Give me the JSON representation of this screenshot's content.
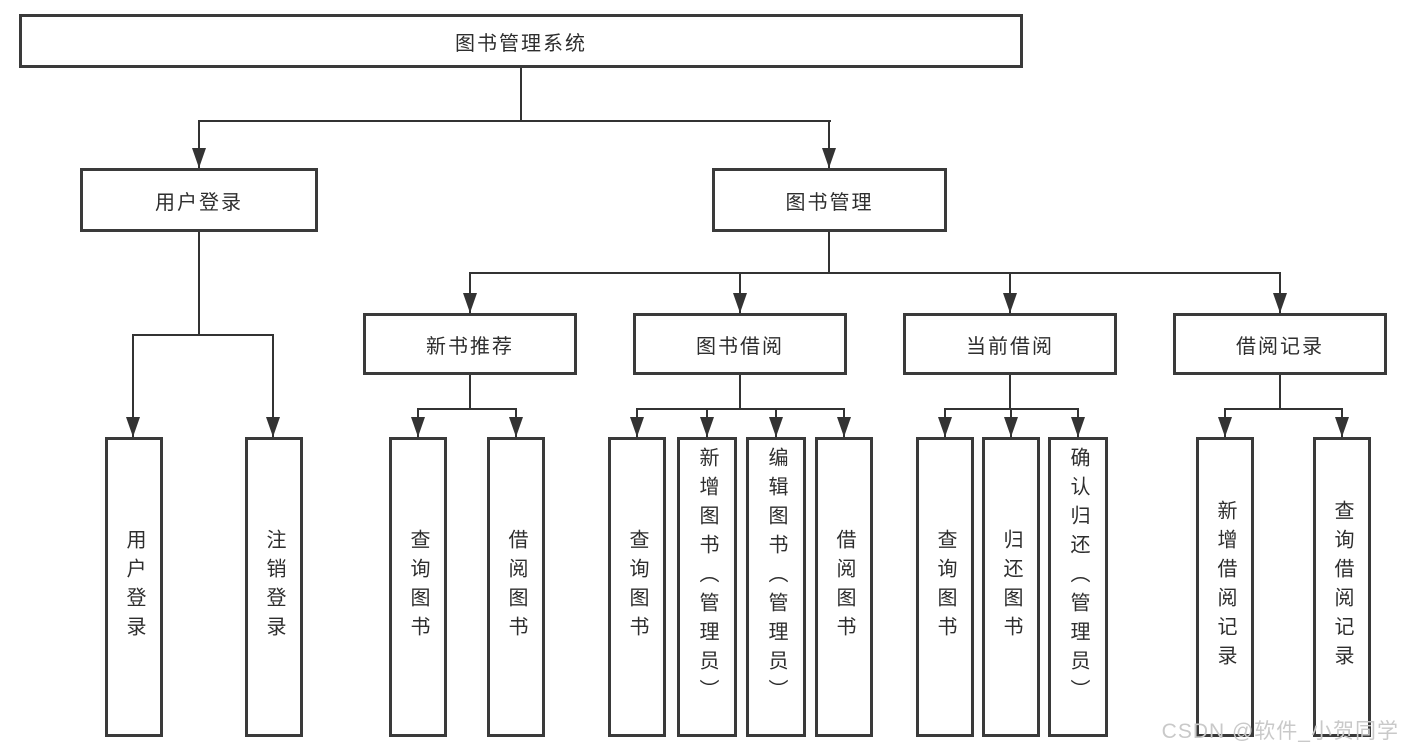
{
  "tree": {
    "label": "图书管理系统",
    "children": [
      {
        "label": "用户登录",
        "children": [
          {
            "label": "用户登录"
          },
          {
            "label": "注销登录"
          }
        ]
      },
      {
        "label": "图书管理",
        "children": [
          {
            "label": "新书推荐",
            "children": [
              {
                "label": "查询图书"
              },
              {
                "label": "借阅图书"
              }
            ]
          },
          {
            "label": "图书借阅",
            "children": [
              {
                "label": "查询图书"
              },
              {
                "label": "新增图书（管理员）"
              },
              {
                "label": "编辑图书（管理员）"
              },
              {
                "label": "借阅图书"
              }
            ]
          },
          {
            "label": "当前借阅",
            "children": [
              {
                "label": "查询图书"
              },
              {
                "label": "归还图书"
              },
              {
                "label": "确认归还（管理员）"
              }
            ]
          },
          {
            "label": "借阅记录",
            "children": [
              {
                "label": "新增借阅记录"
              },
              {
                "label": "查询借阅记录"
              }
            ]
          }
        ]
      }
    ]
  },
  "watermark": {
    "text": "CSDN @软件_小贺同学"
  },
  "colors": {
    "line": "#333333",
    "box_border": "#3a3a3a",
    "text": "#2e2e2e",
    "watermark": "#c9c9c9"
  }
}
